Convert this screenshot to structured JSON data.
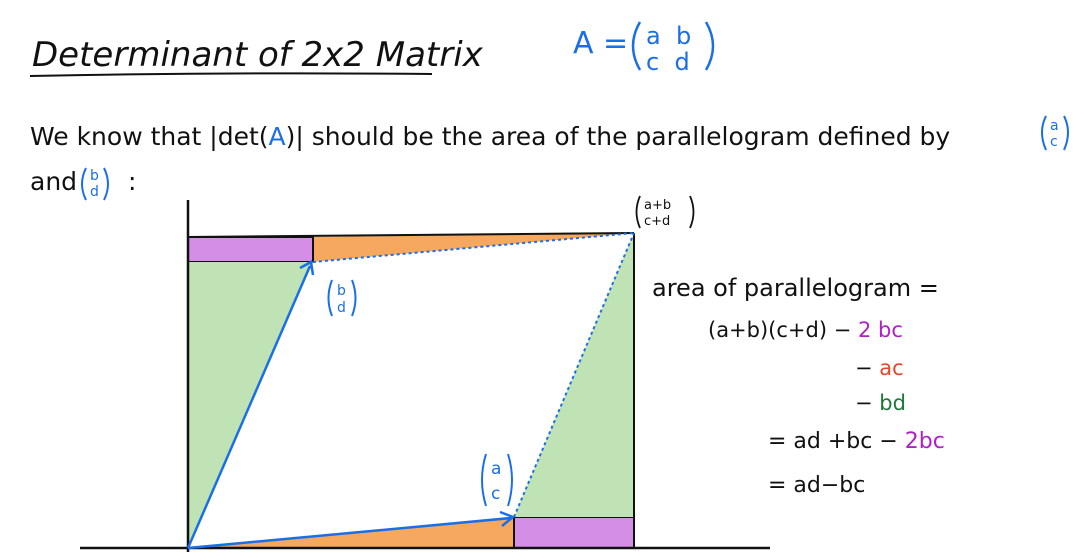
{
  "title": "Determinant of 2x2 Matrix",
  "matrix_def": {
    "lhs": "A =",
    "row1": "a  b",
    "row2": "c  d"
  },
  "intro": {
    "line1_pre": "We know that |det(",
    "line1_A": "A",
    "line1_post": ")| should be the area of the parallelogram defined by",
    "line2": "and",
    "colon": ":",
    "vec_a": [
      "a",
      "c"
    ],
    "vec_b": [
      "b",
      "d"
    ]
  },
  "diagram_labels": {
    "corner_vec": [
      "a+b",
      "c+d"
    ],
    "vec_b": [
      "b",
      "d"
    ],
    "vec_a": [
      "a",
      "c"
    ]
  },
  "derivation": {
    "line1": "area of parallelogram =",
    "line2_expr": "(a+b)(c+d) −",
    "line2_term": "2 bc",
    "line3_minus": "−",
    "line3_term": "ac",
    "line4_minus": "−",
    "line4_term": "bd",
    "line5_pre": "= ad +bc −",
    "line5_term": "2bc",
    "line6": "= ad−bc"
  },
  "colors": {
    "ink": "#111111",
    "blue": "#1a6fe6",
    "purple": "#d48ee6",
    "purple_text": "#b020c8",
    "orange": "#f5a85e",
    "orange_text": "#e8452a",
    "green": "#bfe3b4",
    "green_text": "#1f7a3a"
  }
}
